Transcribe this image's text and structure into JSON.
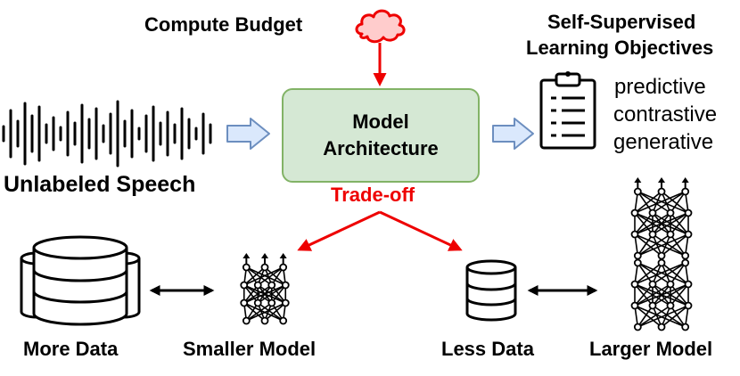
{
  "labels": {
    "compute_budget": "Compute Budget",
    "ssl_title_line1": "Self-Supervised",
    "ssl_title_line2": "Learning Objectives",
    "objectives": [
      "predictive",
      "contrastive",
      "generative"
    ],
    "model_line1": "Model",
    "model_line2": "Architecture",
    "unlabeled_speech": "Unlabeled Speech",
    "trade_off": "Trade-off",
    "more_data": "More Data",
    "smaller_model": "Smaller Model",
    "less_data": "Less Data",
    "larger_model": "Larger Model"
  },
  "icons": [
    "cloud-icon",
    "waveform-icon",
    "clipboard-icon",
    "database-icon",
    "neural-network-icon",
    "double-arrow-icon"
  ],
  "colors": {
    "accent_red": "#ee0000",
    "box_fill": "#d5e8d4",
    "box_border": "#82b366",
    "arrow_fill": "#dae8fc",
    "arrow_border": "#6c8ebf"
  }
}
